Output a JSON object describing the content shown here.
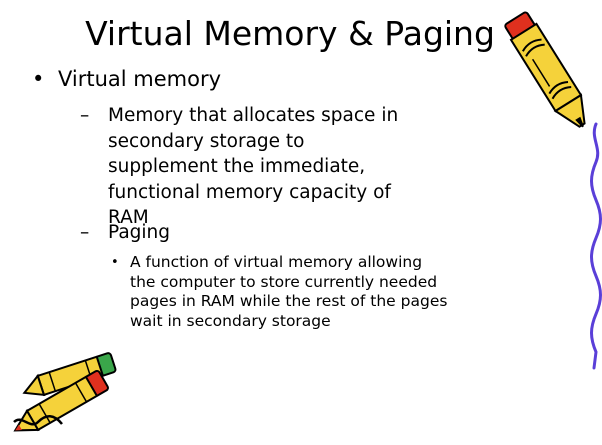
{
  "slide": {
    "title": "Virtual Memory & Paging",
    "bullet_1": {
      "text": "Virtual memory",
      "sub_1": {
        "text": "Memory that allocates space in secondary storage to supplement the immediate, functional memory capacity of RAM"
      },
      "sub_2": {
        "text": "Paging",
        "detail": "A function of virtual memory allowing the computer to store currently needed pages in RAM while the rest of the pages wait in secondary storage"
      }
    }
  },
  "markers": {
    "level1": "•",
    "level2": "–",
    "level3": "•"
  },
  "decorations": {
    "top_right": "crayon-icon",
    "bottom_left": "crayons-icon",
    "right_edge": "squiggle-line",
    "colors": {
      "crayon_yellow": "#f5d23a",
      "crayon_red": "#e0301e",
      "crayon_green": "#3aa64a",
      "squiggle_purple": "#5a3fd8"
    }
  }
}
